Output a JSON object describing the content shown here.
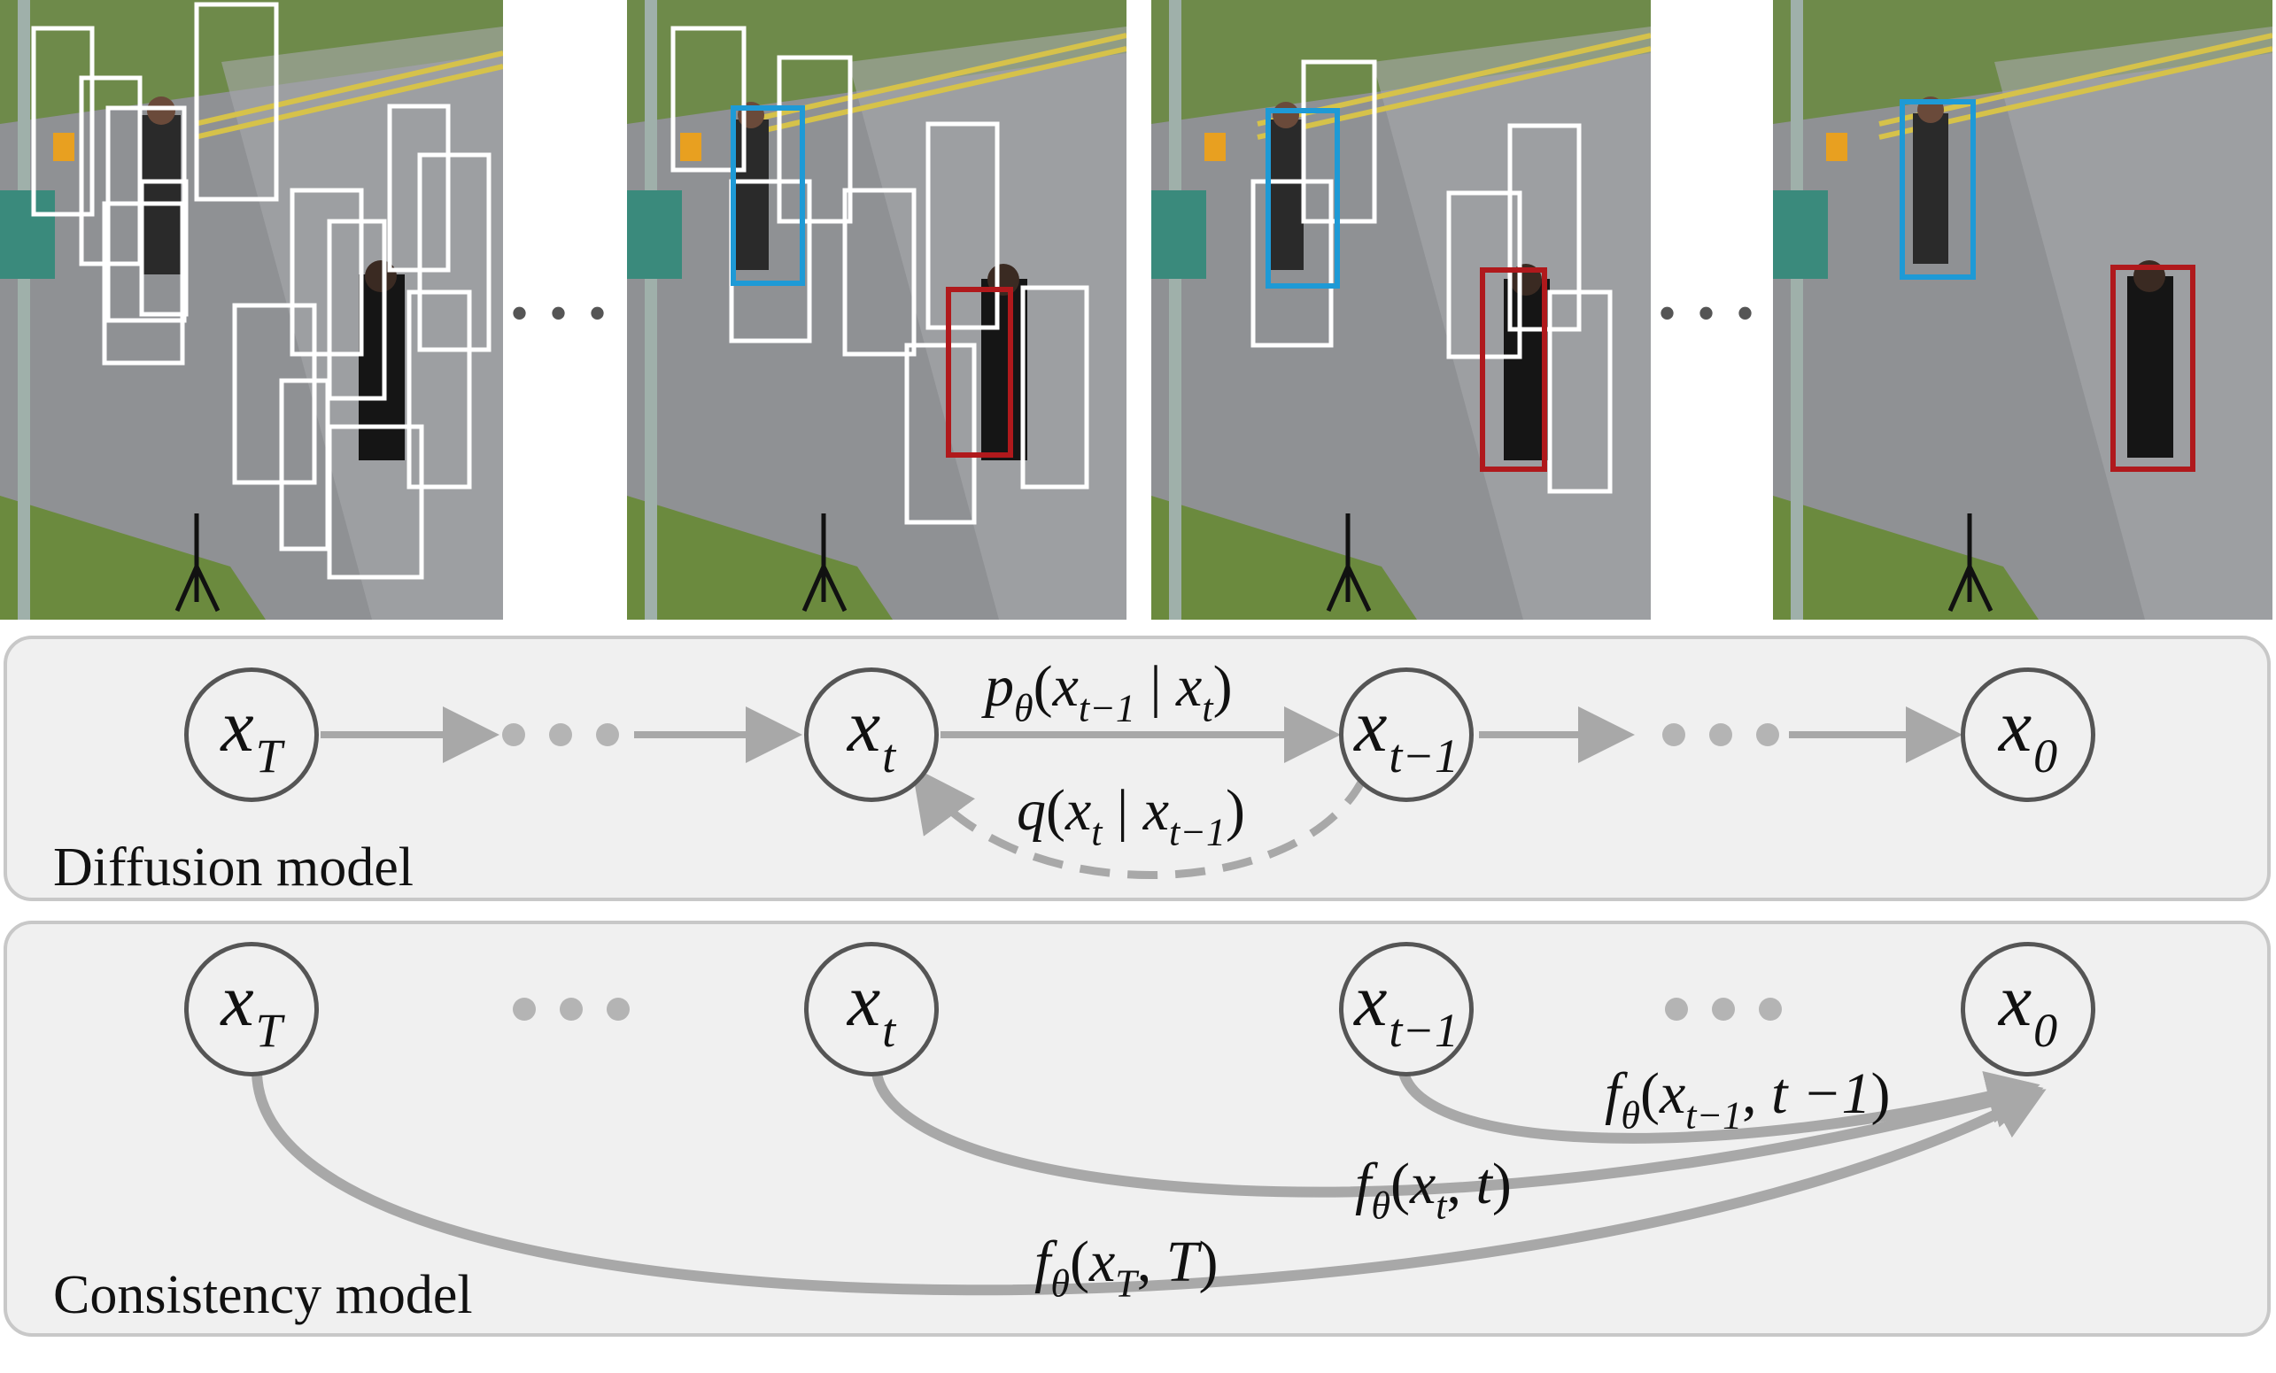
{
  "figure": {
    "ellipsis": "• • •",
    "frames": [
      {
        "id": "frame-1",
        "boxes": [
          "white"
        ]
      },
      {
        "id": "frame-2",
        "boxes": [
          "white",
          "blue",
          "red"
        ]
      },
      {
        "id": "frame-3",
        "boxes": [
          "white",
          "blue",
          "red"
        ]
      },
      {
        "id": "frame-4",
        "boxes": [
          "blue",
          "red"
        ]
      }
    ],
    "box_colors": {
      "noise": "#ffffff",
      "person_1": "#1e9ad6",
      "person_2": "#b0191c"
    }
  },
  "diffusion": {
    "caption": "Diffusion model",
    "nodes": [
      {
        "var": "x",
        "sub": "T"
      },
      {
        "var": "x",
        "sub": "t"
      },
      {
        "var": "x",
        "sub": "t−1"
      },
      {
        "var": "x",
        "sub": "0"
      }
    ],
    "forward_label": {
      "fn": "p",
      "fn_sub": "θ",
      "arg": "x",
      "arg_sub": "t−1",
      "given": "x",
      "given_sub": "t"
    },
    "reverse_label": {
      "fn": "q",
      "arg": "x",
      "arg_sub": "t",
      "given": "x",
      "given_sub": "t−1"
    }
  },
  "consistency": {
    "caption": "Consistency  model",
    "nodes": [
      {
        "var": "x",
        "sub": "T"
      },
      {
        "var": "x",
        "sub": "t"
      },
      {
        "var": "x",
        "sub": "t−1"
      },
      {
        "var": "x",
        "sub": "0"
      }
    ],
    "labels": [
      {
        "fn": "f",
        "fn_sub": "θ",
        "arg": "x",
        "arg_sub": "t−1",
        "time": "t −1"
      },
      {
        "fn": "f",
        "fn_sub": "θ",
        "arg": "x",
        "arg_sub": "t",
        "time": "t"
      },
      {
        "fn": "f",
        "fn_sub": "θ",
        "arg": "x",
        "arg_sub": "T",
        "time": "T"
      }
    ]
  },
  "colors": {
    "arrow": "#a8a8a8",
    "node_border": "#555555",
    "panel_bg": "#f0f0f0",
    "panel_border": "#c8c8c8"
  }
}
